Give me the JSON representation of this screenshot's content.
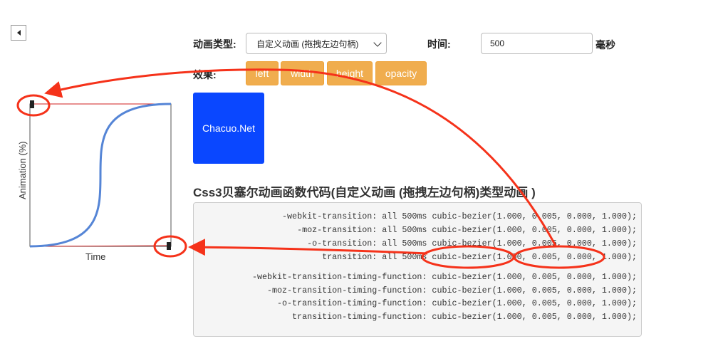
{
  "controls": {
    "type_label": "动画类型:",
    "type_value": "自定义动画 (拖拽左边句柄)",
    "time_label": "时间:",
    "time_value": "500",
    "time_unit": "毫秒",
    "effect_label": "效果:",
    "effects": [
      "left",
      "width",
      "height",
      "opacity"
    ]
  },
  "demo": {
    "box_text": "Chacuo.Net",
    "box_color": "#0a47ff"
  },
  "code_section": {
    "title": "Css3贝塞尔动画函数代码(自定义动画 (拖拽左边句柄)类型动画 )",
    "transition_lines": [
      "-webkit-transition: all 500ms cubic-bezier(1.000, 0.005, 0.000, 1.000);",
      "-moz-transition: all 500ms cubic-bezier(1.000, 0.005, 0.000, 1.000);",
      "-o-transition: all 500ms cubic-bezier(1.000, 0.005, 0.000, 1.000);",
      "transition: all 500ms cubic-bezier(1.000, 0.005, 0.000, 1.000);"
    ],
    "timing_lines": [
      "-webkit-transition-timing-function: cubic-bezier(1.000, 0.005, 0.000, 1.000);",
      "-moz-transition-timing-function: cubic-bezier(1.000, 0.005, 0.000, 1.000);",
      "-o-transition-timing-function: cubic-bezier(1.000, 0.005, 0.000, 1.000);",
      "transition-timing-function: cubic-bezier(1.000, 0.005, 0.000, 1.000);"
    ]
  },
  "curve_editor": {
    "y_axis_label": "Animation (%)",
    "x_axis_label": "Time",
    "bezier": [
      1.0,
      0.005,
      0.0,
      1.0
    ],
    "curve_color": "#5585d6",
    "annotation_color": "#f5321a"
  }
}
